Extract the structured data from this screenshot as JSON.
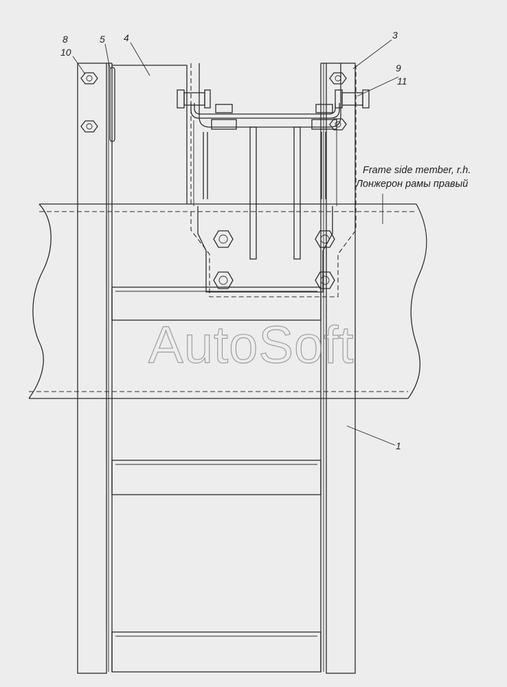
{
  "callouts": {
    "c8": "8",
    "c10": "10",
    "c5": "5",
    "c4": "4",
    "c3": "3",
    "c9": "9",
    "c11": "11",
    "c1": "1"
  },
  "frame_label": {
    "en": "Frame side member, r.h.",
    "ru": "Лонжерон рамы правый"
  },
  "watermark": "AutoSoft"
}
